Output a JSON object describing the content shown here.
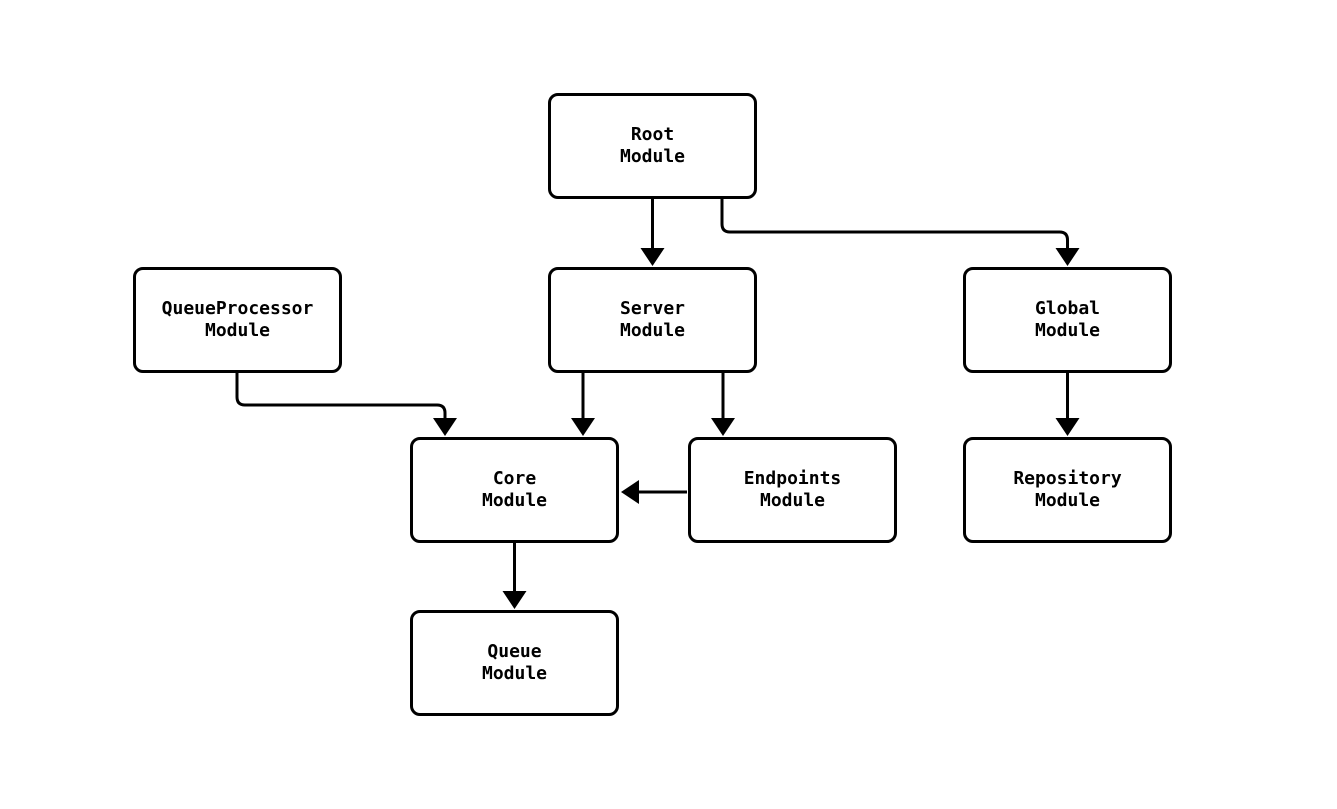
{
  "diagram": {
    "type": "flowchart",
    "direction": "top-down",
    "background_color": "#ffffff",
    "node_fill_color": "#ffffff",
    "node_border_color": "#000000",
    "edge_color": "#000000",
    "text_color": "#000000",
    "nodes": [
      {
        "id": "root",
        "line1": "Root",
        "line2": "Module",
        "label": "Root Module"
      },
      {
        "id": "queue-processor",
        "line1": "QueueProcessor",
        "line2": "Module",
        "label": "QueueProcessor Module"
      },
      {
        "id": "server",
        "line1": "Server",
        "line2": "Module",
        "label": "Server Module"
      },
      {
        "id": "global",
        "line1": "Global",
        "line2": "Module",
        "label": "Global Module"
      },
      {
        "id": "core",
        "line1": "Core",
        "line2": "Module",
        "label": "Core Module"
      },
      {
        "id": "endpoints",
        "line1": "Endpoints",
        "line2": "Module",
        "label": "Endpoints Module"
      },
      {
        "id": "repository",
        "line1": "Repository",
        "line2": "Module",
        "label": "Repository Module"
      },
      {
        "id": "queue",
        "line1": "Queue",
        "line2": "Module",
        "label": "Queue Module"
      }
    ],
    "edges": [
      {
        "from": "Root Module",
        "to": "Server Module",
        "style": "solid-arrow"
      },
      {
        "from": "Root Module",
        "to": "Global Module",
        "style": "solid-arrow"
      },
      {
        "from": "QueueProcessor Module",
        "to": "Core Module",
        "style": "solid-arrow"
      },
      {
        "from": "Server Module",
        "to": "Core Module",
        "style": "solid-arrow"
      },
      {
        "from": "Server Module",
        "to": "Endpoints Module",
        "style": "solid-arrow"
      },
      {
        "from": "Endpoints Module",
        "to": "Core Module",
        "style": "solid-arrow"
      },
      {
        "from": "Global Module",
        "to": "Repository Module",
        "style": "solid-arrow"
      },
      {
        "from": "Core Module",
        "to": "Queue Module",
        "style": "solid-arrow"
      }
    ]
  }
}
